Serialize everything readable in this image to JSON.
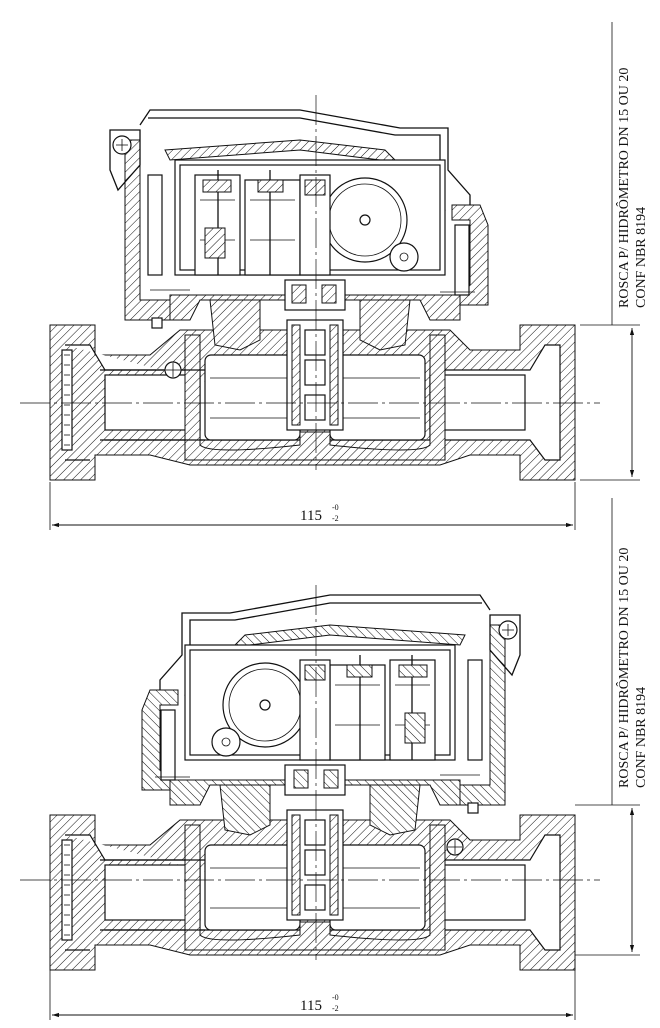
{
  "views": [
    {
      "label_line1": "ROSCA P/ HIDRÔMETRO DN 15 OU 20",
      "label_line2": "CONF NBR 8194",
      "dimension": "115",
      "tol_upper": "-0",
      "tol_lower": "-2"
    },
    {
      "label_line1": "ROSCA P/ HIDRÔMETRO DN 15 OU 20",
      "label_line2": "CONF NBR 8194",
      "dimension": "115",
      "tol_upper": "-0",
      "tol_lower": "-2"
    }
  ]
}
